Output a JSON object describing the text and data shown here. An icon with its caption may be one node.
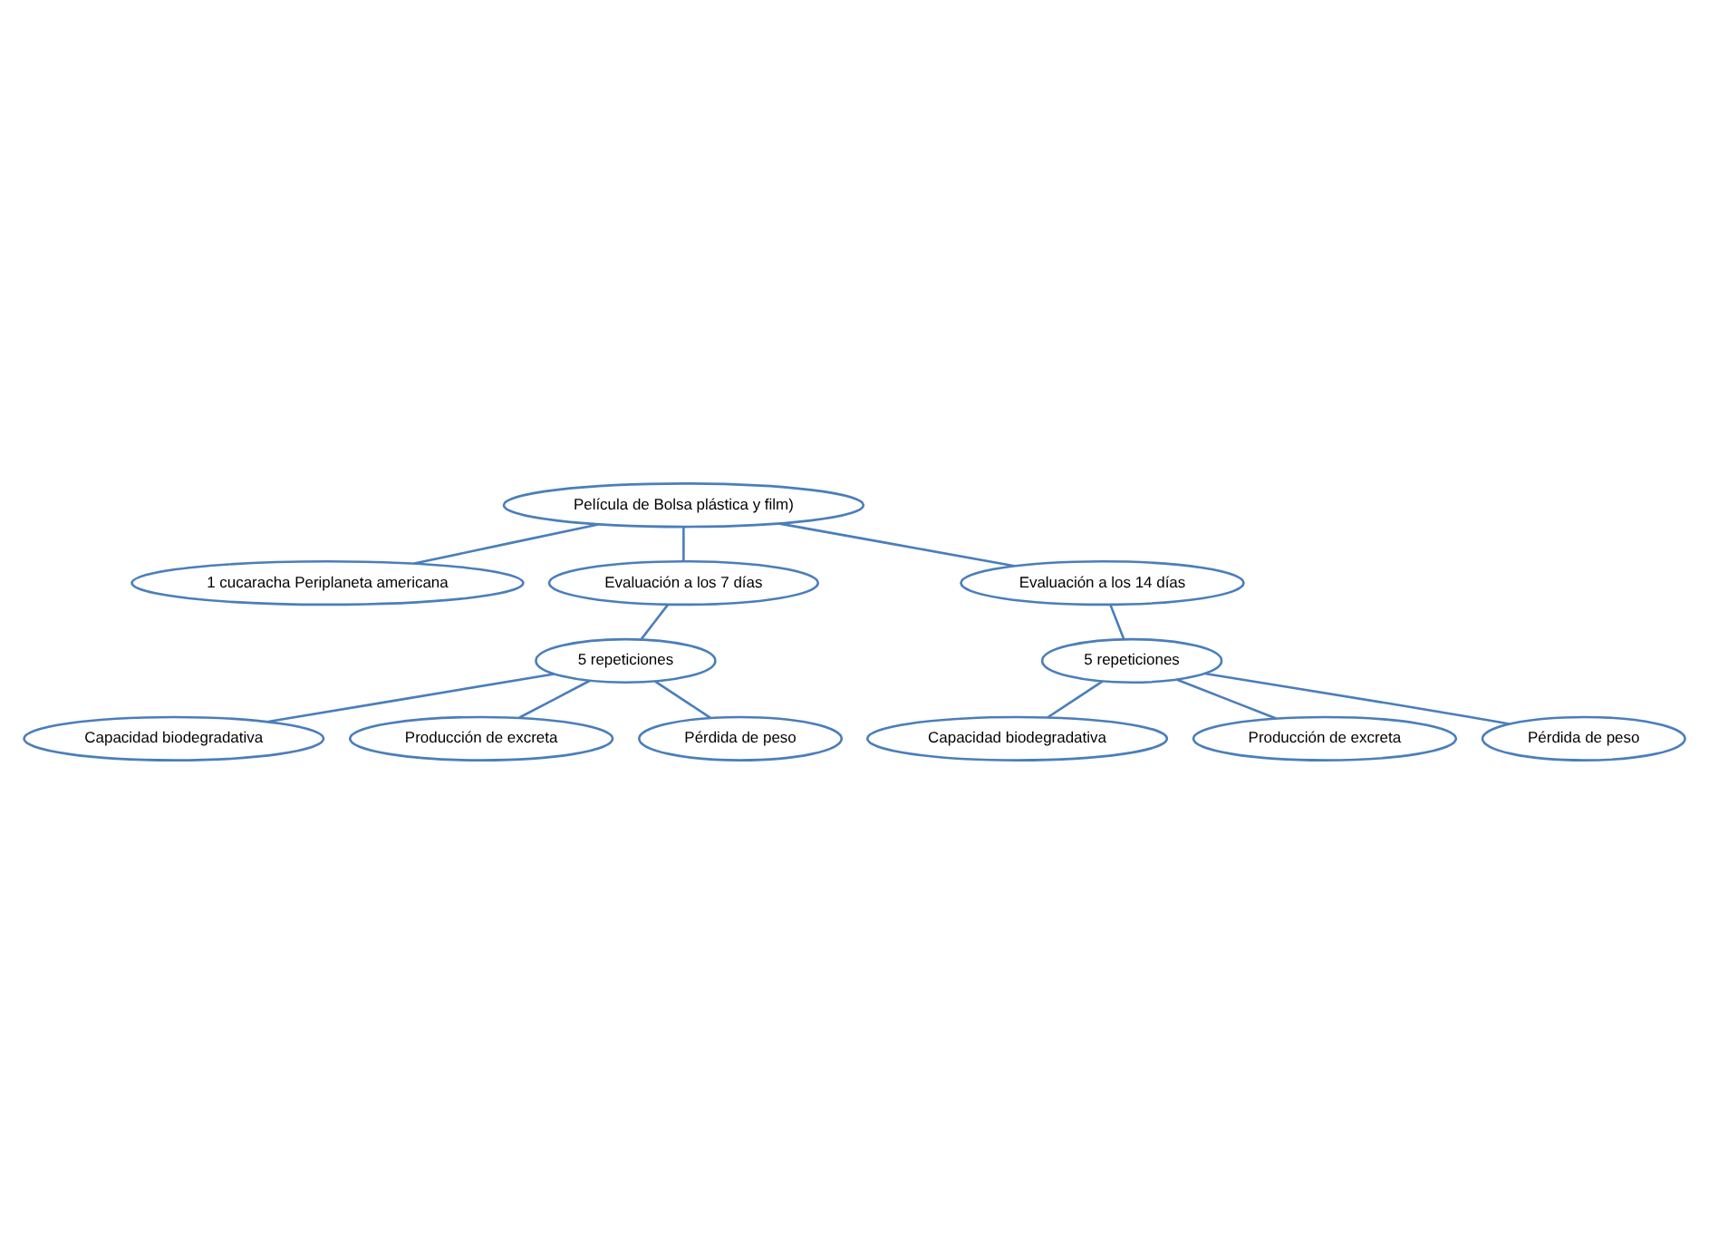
{
  "diagram": {
    "nodes": [
      {
        "text": [
          "Película de Bolsa plástica y film)"
        ]
      },
      {
        "text": [
          "1 cucaracha Periplaneta americana"
        ]
      },
      {
        "text": [
          "Evaluación a los 7 días"
        ]
      },
      {
        "text": [
          "Evaluación a los 14 días"
        ]
      },
      {
        "text": [
          "5 repeticiones"
        ]
      },
      {
        "text": [
          "5 repeticiones"
        ]
      },
      {
        "text": [
          "Capacidad biodegradativa"
        ]
      },
      {
        "text": [
          "Producción de excreta"
        ]
      },
      {
        "text": [
          "Pérdida de peso"
        ]
      },
      {
        "text": [
          "Capacidad biodegradativa"
        ]
      },
      {
        "text": [
          "Producción de excreta"
        ]
      },
      {
        "text": [
          "Pérdida de peso"
        ]
      }
    ],
    "edges": [
      {
        "from": 0,
        "to": 1,
        "arrow": "none"
      },
      {
        "from": 0,
        "to": 2,
        "arrow": "none"
      },
      {
        "from": 0,
        "to": 3,
        "arrow": "none"
      },
      {
        "from": 2,
        "to": 4,
        "arrow": "none"
      },
      {
        "from": 3,
        "to": 5,
        "arrow": "none"
      },
      {
        "from": 4,
        "to": 6,
        "arrow": "none"
      },
      {
        "from": 4,
        "to": 7,
        "arrow": "none"
      },
      {
        "from": 4,
        "to": 8,
        "arrow": "none"
      },
      {
        "from": 5,
        "to": 9,
        "arrow": "none"
      },
      {
        "from": 5,
        "to": 10,
        "arrow": "none"
      },
      {
        "from": 5,
        "to": 11,
        "arrow": "none"
      }
    ]
  }
}
